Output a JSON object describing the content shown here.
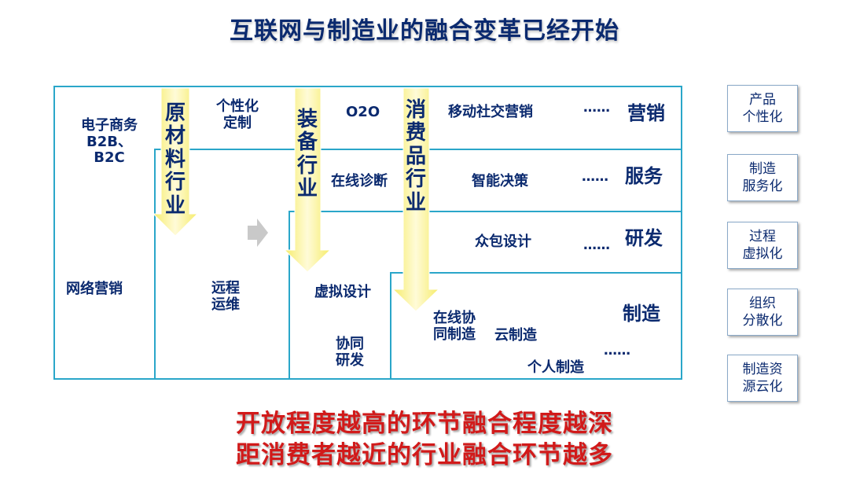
{
  "title": "互联网与制造业的融合变革已经开始",
  "arrows": {
    "raw_materials": "原材料行业",
    "equipment": "装备行业",
    "consumer_goods": "消费品行业"
  },
  "cells": {
    "ecommerce_line1": "电子商务",
    "ecommerce_line2": "B2B、",
    "ecommerce_line3": "B2C",
    "network_marketing": "网络营销",
    "personalized_line1": "个性化",
    "personalized_line2": "定制",
    "remote_line1": "远程",
    "remote_line2": "运维",
    "o2o": "O2O",
    "online_diagnosis": "在线诊断",
    "virtual_design": "虚拟设计",
    "collab_rd_line1": "协同",
    "collab_rd_line2": "研发",
    "mobile_social_marketing": "移动社交营销",
    "smart_decision": "智能决策",
    "crowdsourcing_design": "众包设计",
    "online_collab_line1": "在线协",
    "online_collab_line2": "同制造",
    "cloud_manufacturing": "云制造",
    "personal_manufacturing": "个人制造"
  },
  "ellipsis": "……",
  "row_labels": {
    "marketing": "营销",
    "service": "服务",
    "rd": "研发",
    "manufacturing": "制造"
  },
  "sidebar": [
    {
      "line1": "产品",
      "line2": "个性化"
    },
    {
      "line1": "制造",
      "line2": "服务化"
    },
    {
      "line1": "过程",
      "line2": "虚拟化"
    },
    {
      "line1": "组织",
      "line2": "分散化"
    },
    {
      "line1": "制造资",
      "line2": "源云化"
    }
  ],
  "conclusion": {
    "line1": "开放程度越高的环节融合程度越深",
    "line2": "距消费者越近的行业融合环节越多"
  },
  "colors": {
    "line": "#2aa6c9",
    "text": "#0b2a6f",
    "arrow_fill": "#fdf6a0",
    "highlight": "#d11a1a"
  }
}
